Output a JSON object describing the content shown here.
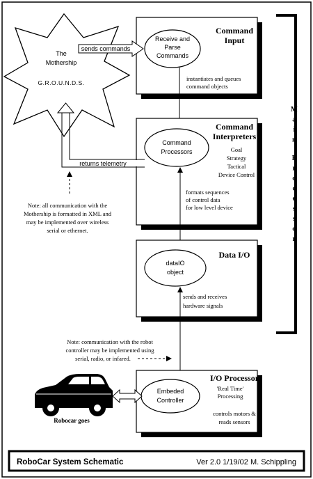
{
  "mothership": {
    "line1": "The",
    "line2": "Mothership",
    "line3": "G.R.O.U.N.D.S."
  },
  "command_input": {
    "title_line1": "Command",
    "title_line2": "Input",
    "ellipse_line1": "Receive and",
    "ellipse_line2": "Parse",
    "ellipse_line3": "Commands",
    "note_line1": "instantiates and queues",
    "note_line2": "command objects"
  },
  "command_interpreters": {
    "title_line1": "Command",
    "title_line2": "Interpreters",
    "ellipse_line1": "Command",
    "ellipse_line2": "Processors",
    "items": [
      "Goal",
      "Strategy",
      "Tactical",
      "Device Control"
    ],
    "note_line1": "formats sequences",
    "note_line2": "of control data",
    "note_line3": "for low level device"
  },
  "data_io": {
    "title": "Data I/O",
    "ellipse_line1": "dataIO",
    "ellipse_line2": "object",
    "note_line1": "sends and receives",
    "note_line2": "hardware signals"
  },
  "io_processor": {
    "title": "I/O Processor",
    "ellipse_line1": "Embeded",
    "ellipse_line2": "Controller",
    "sub_line1": "'Real Time'",
    "sub_line2": "Processing",
    "note_line1": "controls motors &",
    "note_line2": "reads sensors"
  },
  "arrows": {
    "sends_commands": "sends commands",
    "returns_telemetry": "returns telemetry"
  },
  "main_processor_label": [
    "M",
    "a",
    "i",
    "n",
    "P",
    "r",
    "o",
    "c",
    "e",
    "s",
    "s",
    "o",
    "r"
  ],
  "notes": {
    "xml": [
      "Note: all communication with the",
      "Mothership is formatted in XML and",
      "may be implemented over wireless",
      "serial or ethernet."
    ],
    "robot": [
      "Note: communication with the robot",
      "controller may be implemented using",
      "serial, radio, or infared."
    ]
  },
  "robocar_caption": "Robocar goes",
  "footer": {
    "title": "RoboCar  System Schematic",
    "version": "Ver 2.0   1/19/02  M. Schippling"
  }
}
